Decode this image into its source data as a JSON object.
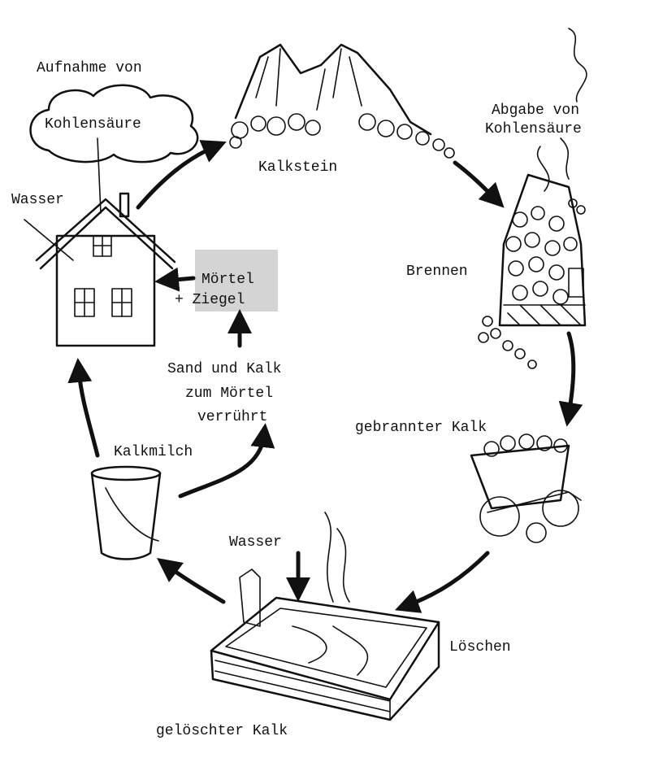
{
  "labels": {
    "co2_uptake_line1": "Aufnahme von",
    "co2_uptake_line2": "Kohlensäure",
    "water_house": "Wasser",
    "limestone": "Kalkstein",
    "co2_release_line1": "Abgabe von",
    "co2_release_line2": "Kohlensäure",
    "burning": "Brennen",
    "mortar": "Mörtel",
    "bricks": "+ Ziegel",
    "sand_line1": "Sand und Kalk",
    "sand_line2": "zum Mörtel",
    "sand_line3": "verrührt",
    "lime_milk": "Kalkmilch",
    "quicklime": "gebrannter Kalk",
    "water_slaking": "Wasser",
    "slaking": "Löschen",
    "slaked_lime": "gelöschter Kalk"
  },
  "colors": {
    "ink": "#111111",
    "highlight_box": "#d4d4d4",
    "background": "#ffffff"
  }
}
